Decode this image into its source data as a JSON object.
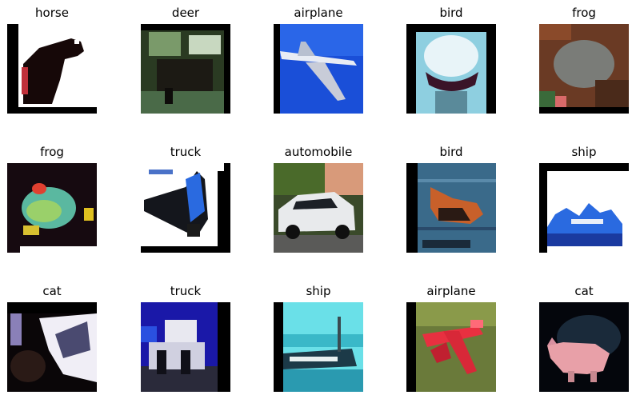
{
  "grid": {
    "rows": 3,
    "columns": 5,
    "items": [
      {
        "label": "horse"
      },
      {
        "label": "deer"
      },
      {
        "label": "airplane"
      },
      {
        "label": "bird"
      },
      {
        "label": "frog"
      },
      {
        "label": "frog"
      },
      {
        "label": "truck"
      },
      {
        "label": "automobile"
      },
      {
        "label": "bird"
      },
      {
        "label": "ship"
      },
      {
        "label": "cat"
      },
      {
        "label": "truck"
      },
      {
        "label": "ship"
      },
      {
        "label": "airplane"
      },
      {
        "label": "cat"
      }
    ]
  }
}
